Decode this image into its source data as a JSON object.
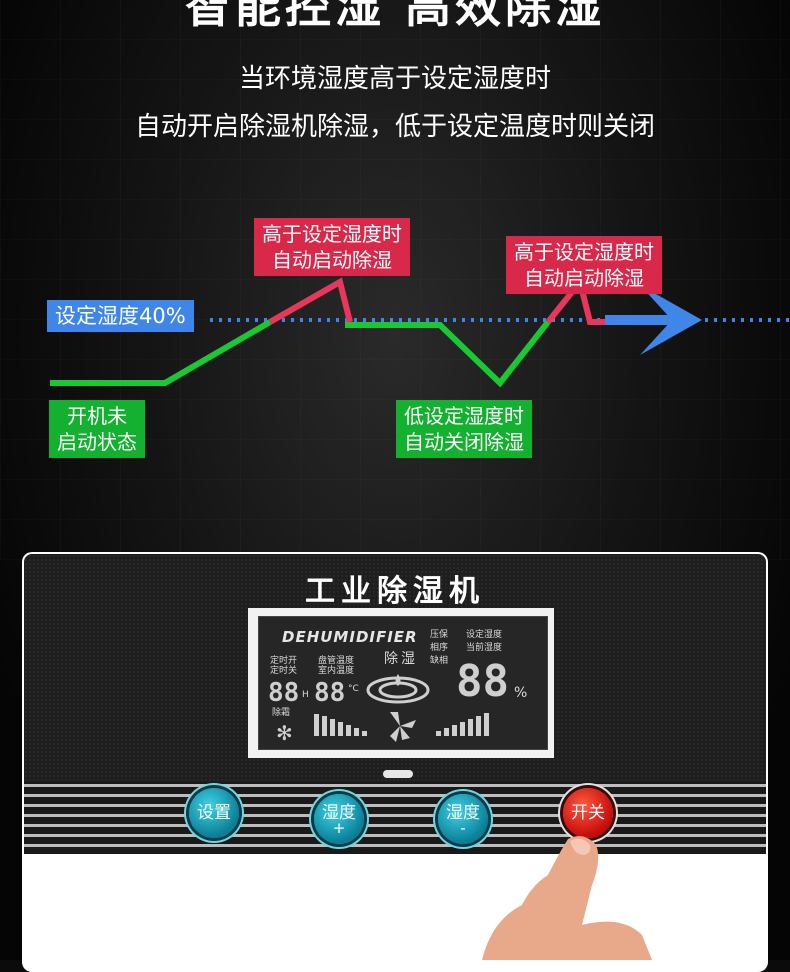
{
  "header": {
    "headline": "智能控湿 高效除湿",
    "subline1": "当环境湿度高于设定湿度时",
    "subline2": "自动开启除湿机除湿，低于设定温度时则关闭"
  },
  "diagram": {
    "setpoint_label": "设定湿度40%",
    "high_label_1": "高于设定湿度时\n自动启动除湿",
    "high_label_2": "高于设定湿度时\n自动启动除湿",
    "low_label": "低设定湿度时\n自动关闭除湿",
    "idle_label": "开机未\n启动状态",
    "colors": {
      "green": "#19c832",
      "red": "#e8375a",
      "blue": "#3f86e8"
    }
  },
  "device": {
    "title": "工业除湿机",
    "lcd": {
      "brand": "DEHUMIDIFIER",
      "timer_on": "定时开",
      "timer_off": "定时关",
      "coil_temp": "盘管温度",
      "room_temp": "室内温度",
      "dehumid": "除湿",
      "compressor": "压保",
      "phase": "相序",
      "phase_loss": "缺相",
      "set_humidity": "设定湿度",
      "current_humidity": "当前湿度",
      "defrost": "除霜",
      "digits_small": "88",
      "digits_temp": "88",
      "digits_big": "88",
      "unit_h": "H",
      "unit_c": "°C",
      "unit_pct": "%"
    },
    "buttons": {
      "setting": "设置",
      "hum_plus": "湿度",
      "plus_sign": "+",
      "hum_minus": "湿度",
      "minus_sign": "-",
      "power": "开关"
    }
  }
}
